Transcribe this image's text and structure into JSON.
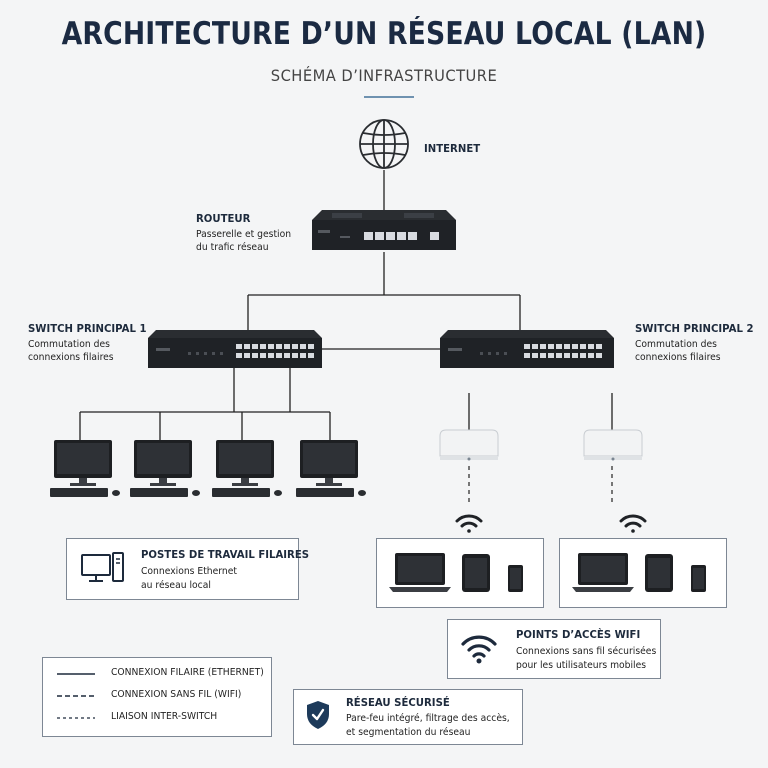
{
  "header": {
    "title": "ARCHITECTURE D’UN RÉSEAU LOCAL (LAN)",
    "subtitle": "SCHÉMA D’INFRASTRUCTURE"
  },
  "internet": {
    "label": "INTERNET",
    "icon": "globe-icon"
  },
  "router": {
    "label": "ROUTEUR",
    "desc_line1": "Passerelle et gestion",
    "desc_line2": "du trafic réseau"
  },
  "switch1": {
    "label": "SWITCH PRINCIPAL 1",
    "desc_line1": "Commutation des",
    "desc_line2": "connexions filaires"
  },
  "switch2": {
    "label": "SWITCH PRINCIPAL 2",
    "desc_line1": "Commutation des",
    "desc_line2": "connexions filaires"
  },
  "workstations": {
    "label": "POSTES DE TRAVAIL FILAIRES",
    "desc_line1": "Connexions Ethernet",
    "desc_line2": "au réseau local",
    "icon": "desktop-icon"
  },
  "wifi": {
    "label": "POINTS D’ACCÈS WIFI",
    "desc_line1": "Connexions sans fil sécurisées",
    "desc_line2": "pour les utilisateurs mobiles",
    "icon": "wifi-icon"
  },
  "security": {
    "label": "RÉSEAU SÉCURISÉ",
    "desc_line1": "Pare-feu intégré, filtrage des accès,",
    "desc_line2": "et segmentation du réseau",
    "icon": "shield-check-icon"
  },
  "legend": {
    "wired": "CONNEXION FILAIRE (ETHERNET)",
    "wireless": "CONNEXION SANS FIL (WIFI)",
    "interswitch": "LIAISON INTER-SWITCH"
  },
  "colors": {
    "title": "#1b2a42",
    "accent": "#6f92b0",
    "device": "#2a2d31"
  }
}
